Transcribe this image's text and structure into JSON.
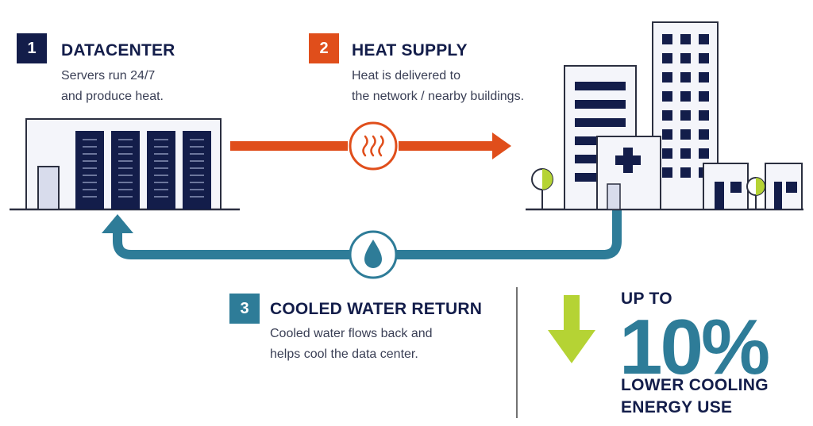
{
  "colors": {
    "navy": "#131d4a",
    "orange": "#e04e1b",
    "teal": "#2e7c98",
    "lime": "#b5d334",
    "grey_line": "#333333",
    "light_fill": "#f2f4fa",
    "door_fill": "#d8dcec"
  },
  "steps": [
    {
      "number": "1",
      "title": "DATACENTER",
      "description": [
        "Servers run 24/7",
        "and produce heat."
      ],
      "color": "#131d4a"
    },
    {
      "number": "2",
      "title": "HEAT SUPPLY",
      "description": [
        "Heat is delivered to",
        "the network / nearby buildings."
      ],
      "color": "#e04e1b"
    },
    {
      "number": "3",
      "title": "COOLED WATER RETURN",
      "description": [
        "Cooled water flows back and",
        "helps cool the data center."
      ],
      "color": "#2e7c98"
    }
  ],
  "icons": {
    "heat": "heat-waves-icon",
    "water": "water-drop-icon",
    "down_arrow": "down-arrow-icon",
    "datacenter": "datacenter-building-icon",
    "city": "city-buildings-icon"
  },
  "stat": {
    "prefix": "UP TO",
    "value": "10%",
    "suffix_line1": "LOWER COOLING",
    "suffix_line2": "ENERGY USE"
  }
}
